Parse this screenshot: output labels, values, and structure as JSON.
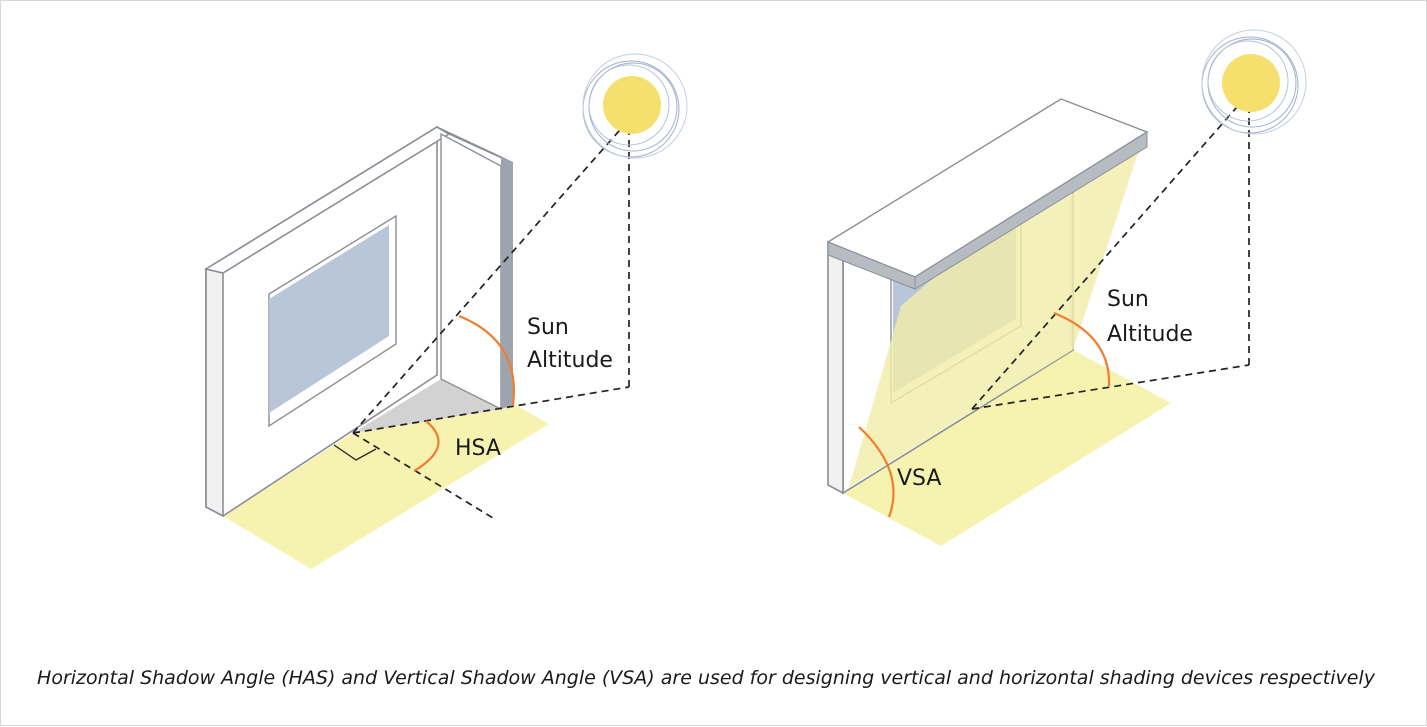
{
  "diagrams": {
    "left": {
      "sun_altitude_line1": "Sun",
      "sun_altitude_line2": "Altitude",
      "hsa_label": "HSA"
    },
    "right": {
      "sun_altitude_line1": "Sun",
      "sun_altitude_line2": "Altitude",
      "vsa_label": "VSA"
    }
  },
  "caption": "Horizontal Shadow Angle (HAS) and Vertical Shadow Angle (VSA) are used for designing vertical and horizontal shading devices respectively",
  "colors": {
    "sun": "#f5e06e",
    "sun_rings": "#9fb0d0",
    "shadow_fill": "#f6f2b0",
    "glass": "#b9c6da",
    "wall_fill": "#ffffff",
    "fin_side": "#9ea4ae",
    "angle_arc": "#f07d2c"
  }
}
